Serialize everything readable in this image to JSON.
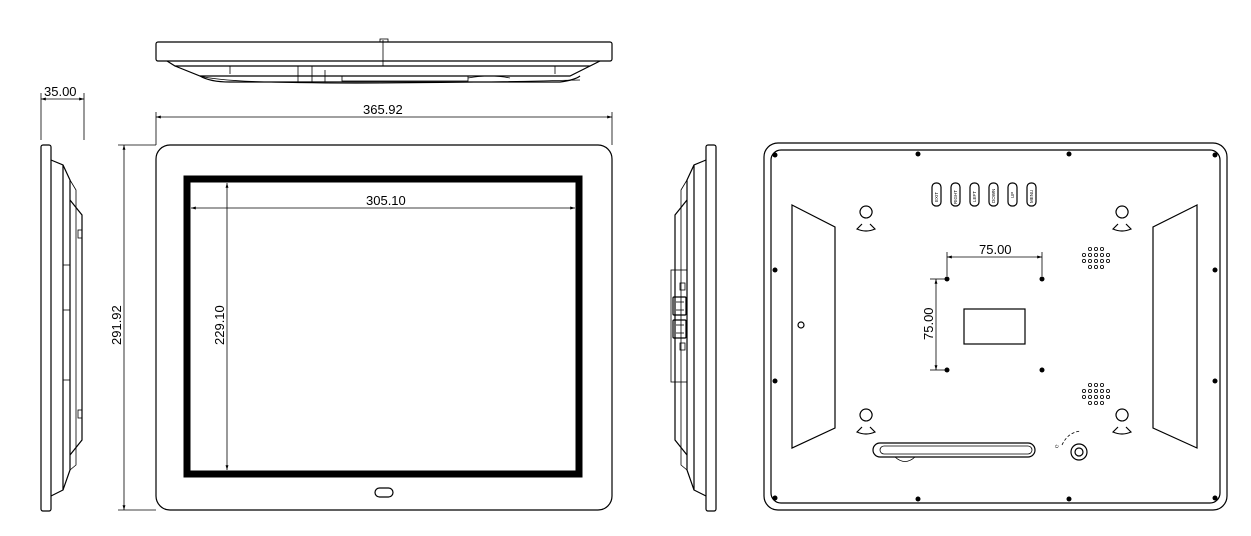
{
  "dimensions": {
    "depth": "35.00",
    "overall_width": "365.92",
    "overall_height": "291.92",
    "screen_width": "305.10",
    "screen_height": "229.10",
    "vesa_horizontal": "75.00",
    "vesa_vertical": "75.00"
  },
  "rear_buttons": [
    "EXIT",
    "RIGHT",
    "LEFT",
    "DOWN",
    "UP",
    "MENU"
  ]
}
